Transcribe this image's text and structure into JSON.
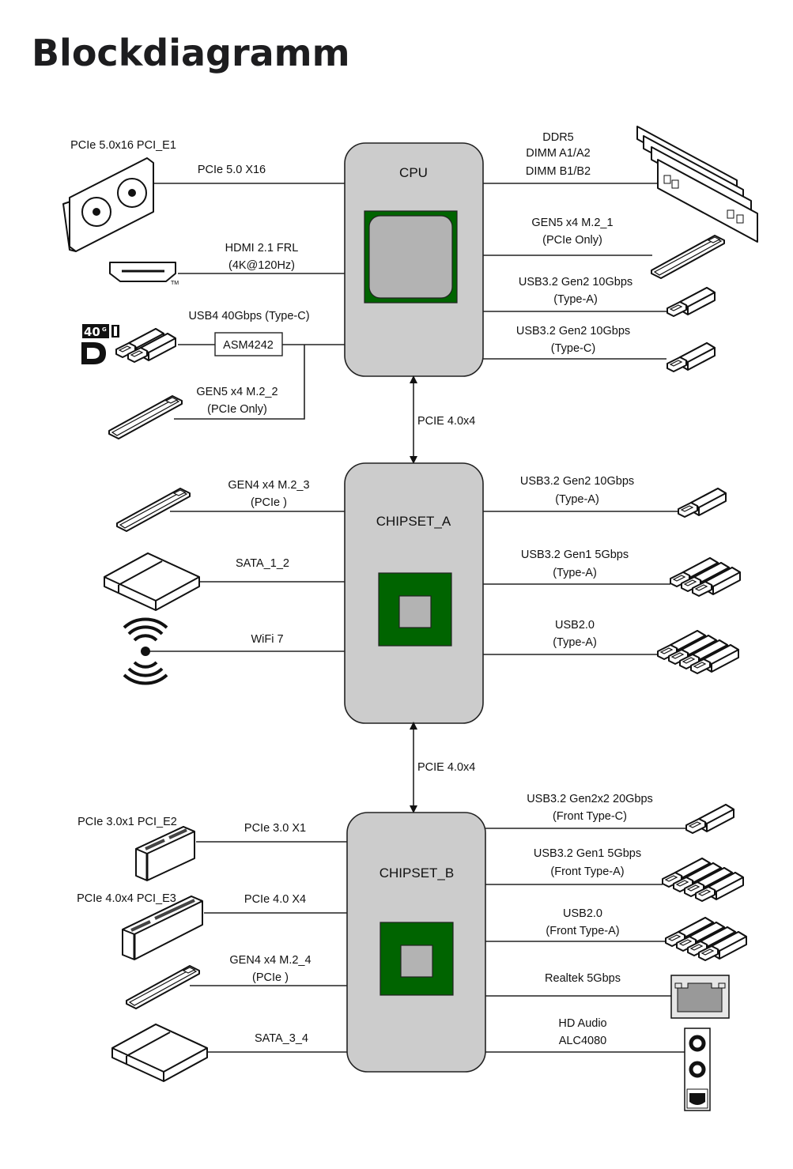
{
  "title": "Blockdiagramm",
  "blocks": {
    "cpu": "CPU",
    "chipset_a": "CHIPSET_A",
    "chipset_b": "CHIPSET_B"
  },
  "links": {
    "cpu_chipset_a": "PCIE 4.0x4",
    "chipset_a_chipset_b": "PCIE 4.0x4"
  },
  "cpu_left": {
    "gpu_slot_label": "PCIe 5.0x16 PCI_E1",
    "gpu_link": "PCIe 5.0 X16",
    "hdmi_line1": "HDMI 2.1 FRL",
    "hdmi_line2": "(4K@120Hz)",
    "hdmi_tm": "TM",
    "usb4_label": "USB4 40Gbps (Type-C)",
    "usb4_badge": "40",
    "usb4_badge_sup": "G",
    "asm_chip": "ASM4242",
    "m2_2_line1": "GEN5 x4 M.2_2",
    "m2_2_line2": "(PCIe Only)"
  },
  "cpu_right": {
    "ddr_line1": "DDR5",
    "ddr_line2": "DIMM A1/A2",
    "ddr_line3": "DIMM B1/B2",
    "m2_1_line1": "GEN5 x4 M.2_1",
    "m2_1_line2": "(PCIe Only)",
    "usb_a_line1": "USB3.2 Gen2 10Gbps",
    "usb_a_line2": "(Type-A)",
    "usb_c_line1": "USB3.2 Gen2 10Gbps",
    "usb_c_line2": "(Type-C)"
  },
  "chipset_a_left": {
    "m2_3_line1": "GEN4 x4 M.2_3",
    "m2_3_line2": "(PCIe )",
    "sata": "SATA_1_2",
    "wifi": "WiFi 7"
  },
  "chipset_a_right": {
    "usb_gen2_line1": "USB3.2 Gen2 10Gbps",
    "usb_gen2_line2": "(Type-A)",
    "usb_gen1_line1": "USB3.2 Gen1 5Gbps",
    "usb_gen1_line2": "(Type-A)",
    "usb2_line1": "USB2.0",
    "usb2_line2": "(Type-A)"
  },
  "chipset_b_left": {
    "pcie_e2_slot": "PCIe 3.0x1 PCI_E2",
    "pcie_e2_link": "PCIe 3.0 X1",
    "pcie_e3_slot": "PCIe 4.0x4 PCI_E3",
    "pcie_e3_link": "PCIe 4.0 X4",
    "m2_4_line1": "GEN4 x4 M.2_4",
    "m2_4_line2": "(PCIe )",
    "sata": "SATA_3_4"
  },
  "chipset_b_right": {
    "usb_gen2x2_line1": "USB3.2 Gen2x2 20Gbps",
    "usb_gen2x2_line2": "(Front Type-C)",
    "usb_gen1_line1": "USB3.2 Gen1 5Gbps",
    "usb_gen1_line2": "(Front Type-A)",
    "usb2_line1": "USB2.0",
    "usb2_line2": "(Front Type-A)",
    "lan": "Realtek 5Gbps",
    "audio_line1": "HD Audio",
    "audio_line2": "ALC4080"
  },
  "colors": {
    "block_fill": "#cccccc",
    "chip_green": "#006400",
    "die_gray": "#b3b3b3"
  }
}
